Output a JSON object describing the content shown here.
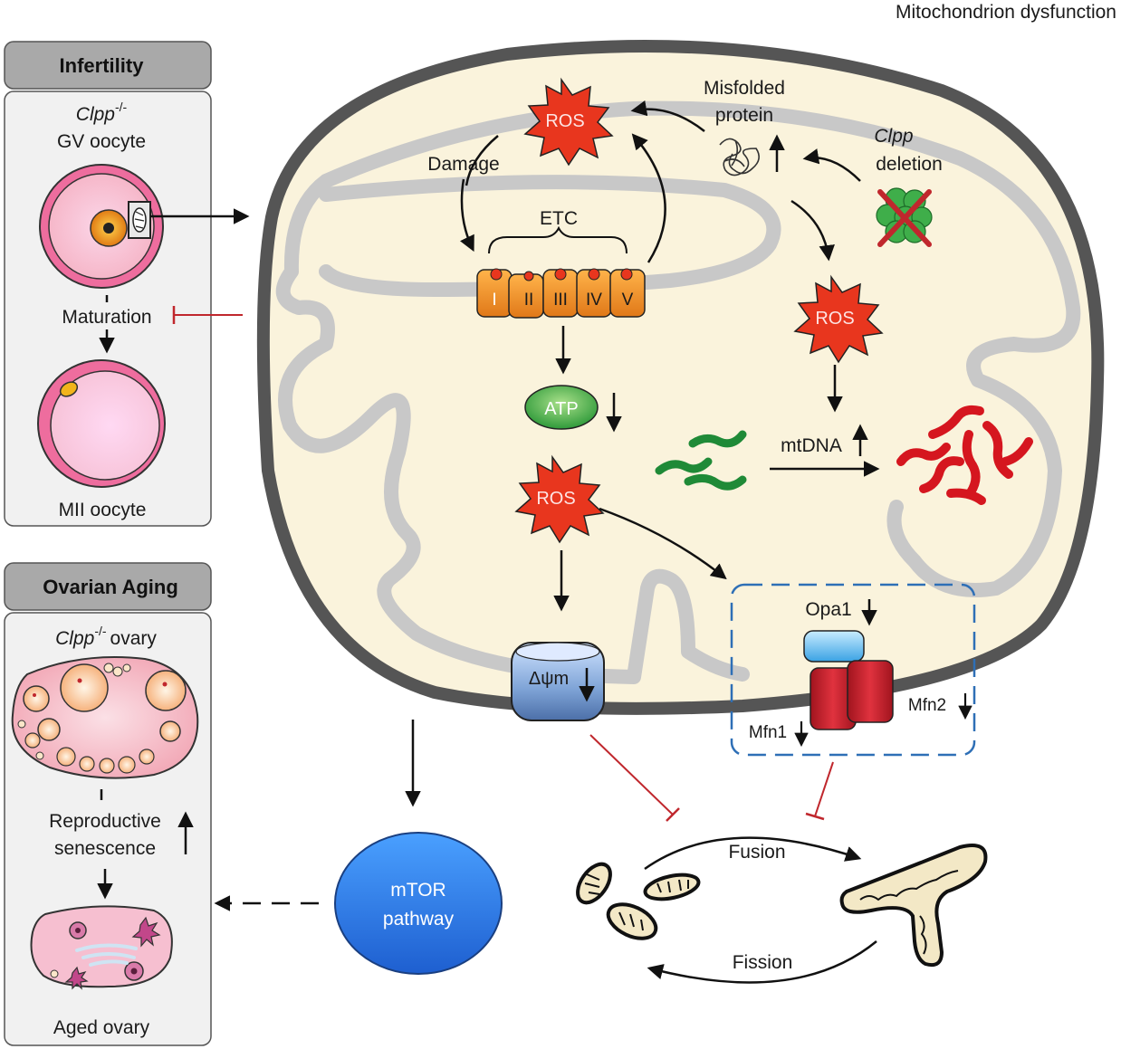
{
  "header": {
    "title": "Mitochondrion dysfunction"
  },
  "infertility": {
    "title": "Infertility",
    "genotype_gene": "Clpp",
    "genotype_sup": "-/-",
    "gv_oocyte": "GV oocyte",
    "maturation": "Maturation",
    "mii_oocyte": "MII oocyte"
  },
  "ovarian_aging": {
    "title": "Ovarian Aging",
    "genotype_gene": "Clpp",
    "genotype_sup": "-/-",
    "ovary_label": "ovary",
    "reproductive": "Reproductive",
    "senescence": "senescence",
    "aged_ovary": "Aged ovary"
  },
  "mito": {
    "ros": "ROS",
    "damage": "Damage",
    "etc": "ETC",
    "complexes": [
      "I",
      "II",
      "III",
      "IV",
      "V"
    ],
    "misfolded_1": "Misfolded",
    "misfolded_2": "protein",
    "clpp": "Clpp",
    "deletion": "deletion",
    "atp": "ATP",
    "mtdna": "mtDNA",
    "delta_psi": "Δψm",
    "opa1": "Opa1",
    "mfn1": "Mfn1",
    "mfn2": "Mfn2"
  },
  "dynamics": {
    "fusion": "Fusion",
    "fission": "Fission"
  },
  "mtor": {
    "line1": "mTOR",
    "line2": "pathway"
  },
  "colors": {
    "membrane_outer": "#555555",
    "membrane_inner": "#c8c8c8",
    "matrix": "#faf3dc",
    "ros": "#e8361e",
    "inhibit": "#c0272d",
    "dashed_box": "#2e6fb6",
    "mtor": "#2f7fe0"
  }
}
